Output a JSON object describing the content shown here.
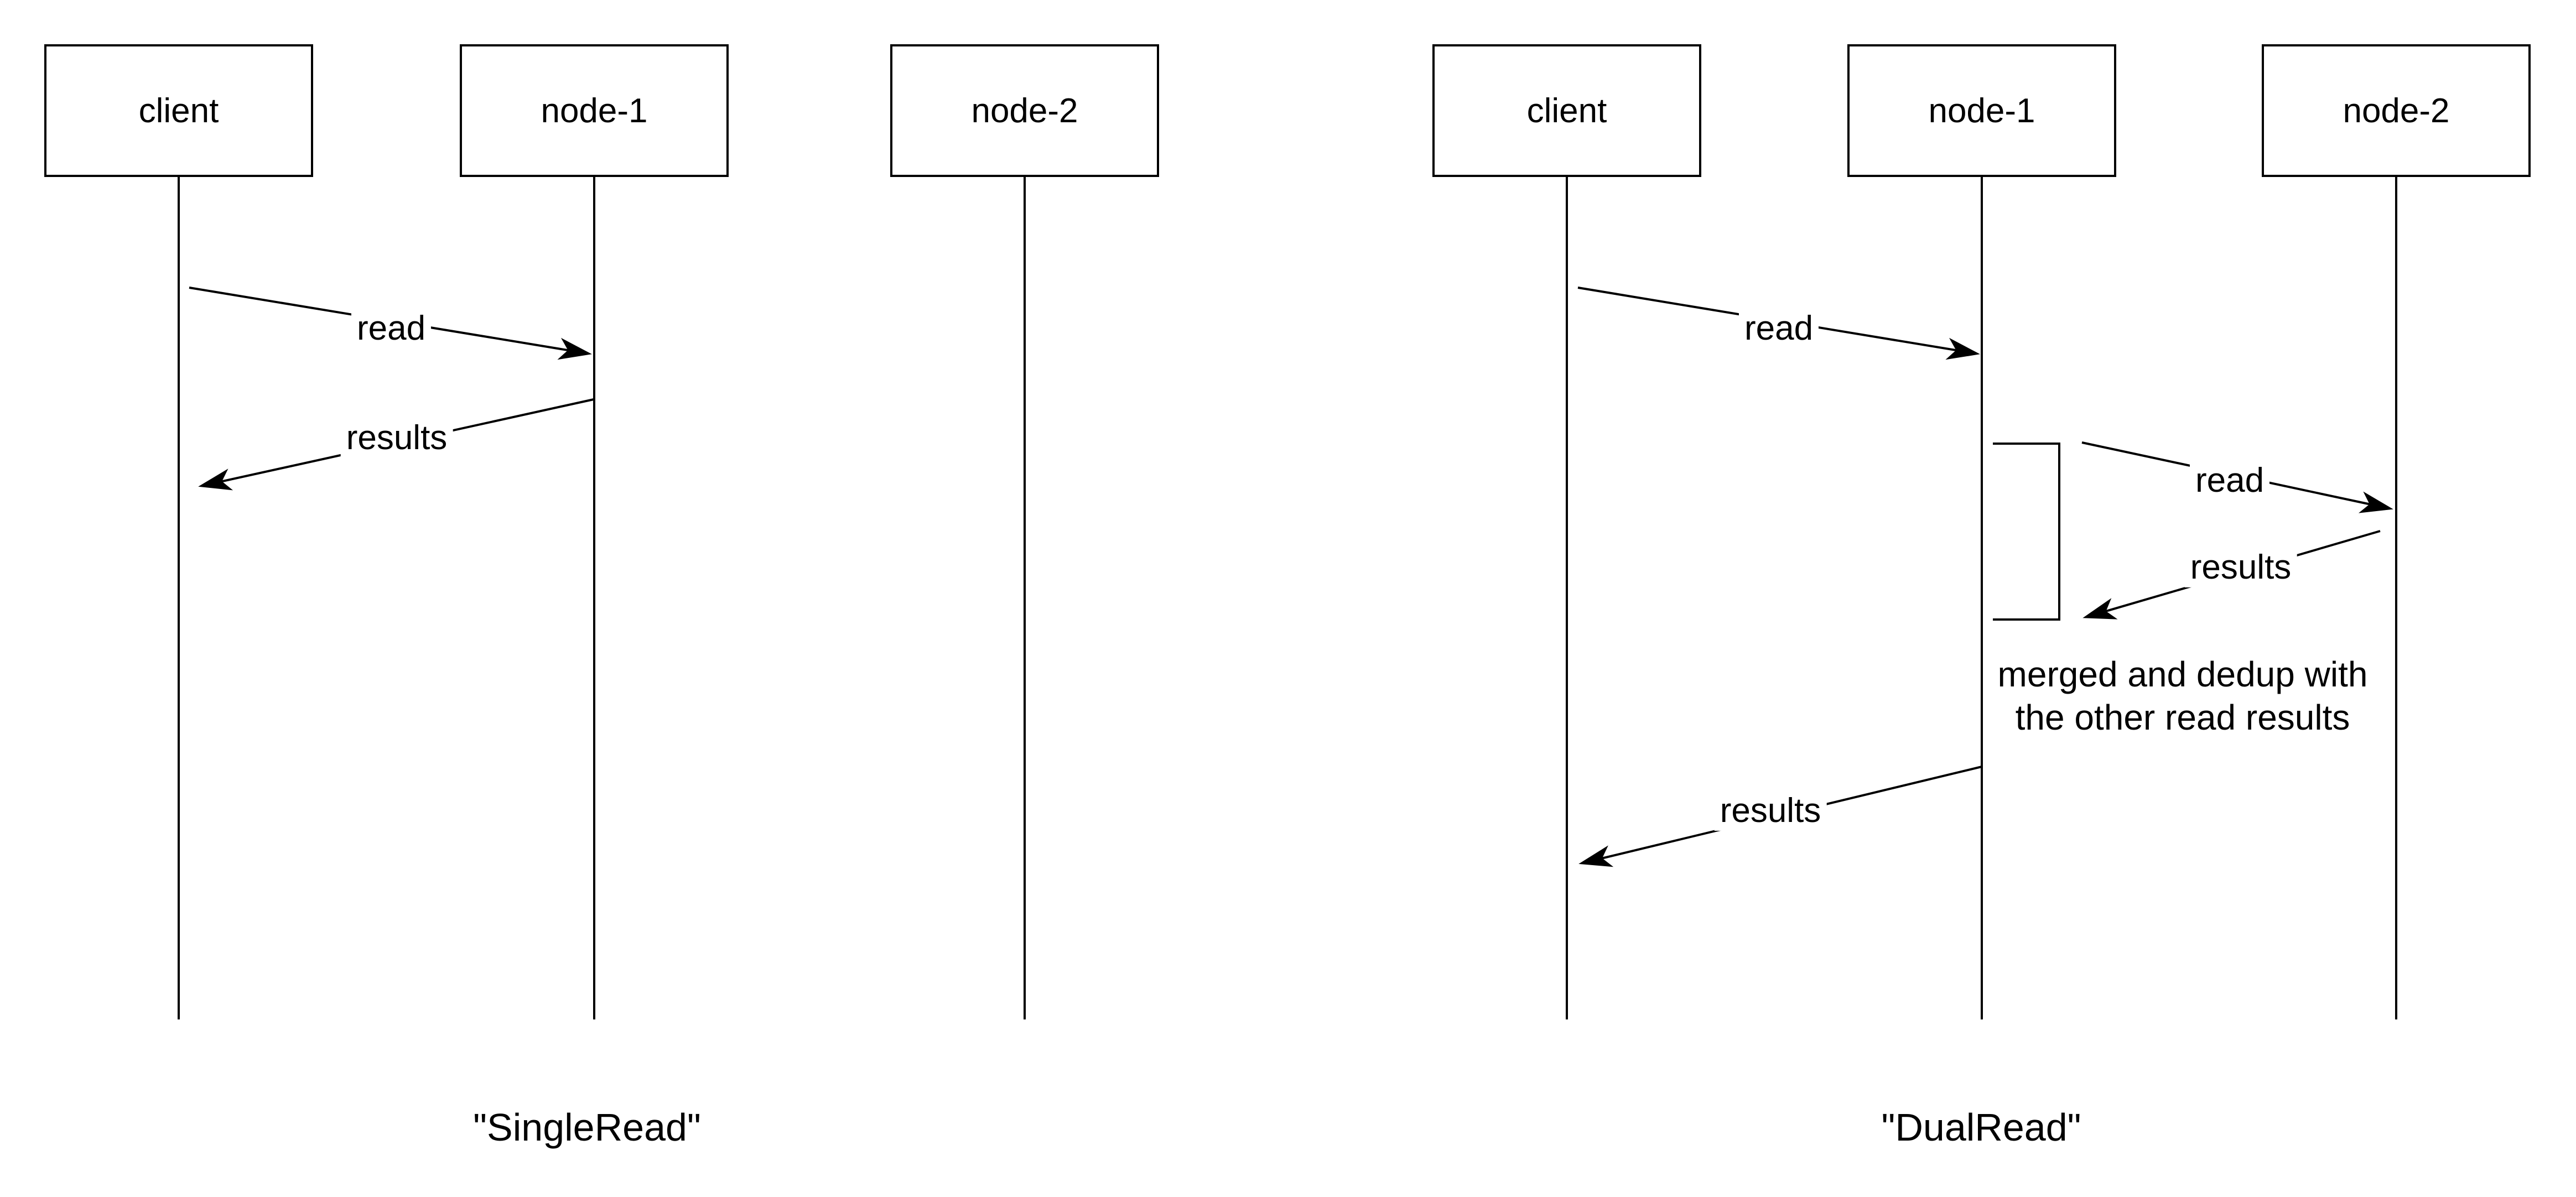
{
  "page": {
    "background_color": "#ffffff",
    "ink_color": "#000000"
  },
  "diagrams": [
    {
      "id": "single-read",
      "caption": "\"SingleRead\"",
      "actors": [
        {
          "label": "client"
        },
        {
          "label": "node-1"
        },
        {
          "label": "node-2"
        }
      ],
      "messages": [
        {
          "label": "read",
          "from": "client",
          "to": "node-1"
        },
        {
          "label": "results",
          "from": "node-1",
          "to": "client"
        }
      ]
    },
    {
      "id": "dual-read",
      "caption": "\"DualRead\"",
      "actors": [
        {
          "label": "client"
        },
        {
          "label": "node-1"
        },
        {
          "label": "node-2"
        }
      ],
      "messages": [
        {
          "label": "read",
          "from": "client",
          "to": "node-1"
        },
        {
          "label": "read",
          "from": "node-1",
          "to": "node-2"
        },
        {
          "label": "results",
          "from": "node-2",
          "to": "node-1"
        },
        {
          "label": "results",
          "from": "node-1",
          "to": "client"
        }
      ],
      "note": "merged and dedup with\nthe other read results"
    }
  ]
}
